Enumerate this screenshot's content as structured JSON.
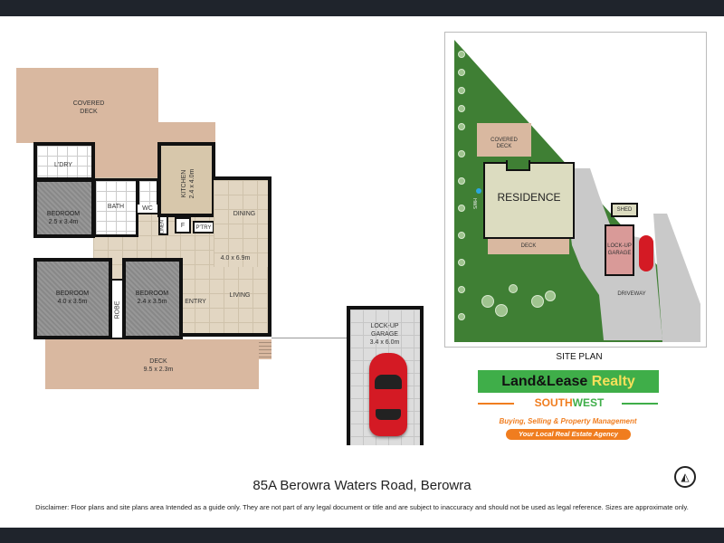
{
  "floor_plan": {
    "rooms": {
      "covered_deck": "COVERED\nDECK",
      "laundry": "L'DRY",
      "bedroom_1": "BEDROOM\n2.5 x 3.4m",
      "bath": "BATH",
      "wc": "WC",
      "kitchen": "KITCHEN\n2.4 x 4.0m",
      "linen": "LINEN",
      "fridge": "F",
      "pantry": "P'TRY",
      "dining": "DINING",
      "living_size": "4.0 x 6.9m",
      "living": "LIVING",
      "entry": "ENTRY",
      "bedroom_2": "BEDROOM\n4.0 x 3.5m",
      "robe": "ROBE",
      "bedroom_3": "BEDROOM\n2.4 x 3.5m",
      "deck": "DECK\n9.5 x 2.3m",
      "garage": "LOCK-UP\nGARAGE\n3.4 x 6.0m"
    }
  },
  "site_plan": {
    "title": "SITE PLAN",
    "covered_deck": "COVERED\nDECK",
    "residence": "RESIDENCE",
    "hws": "HWS",
    "deck": "DECK",
    "shed": "SHED",
    "garage": "LOCK-UP\nGARAGE",
    "driveway": "DRIVEWAY"
  },
  "logo": {
    "name_part1": "Land&Lease",
    "name_part2": "Realty",
    "south": "SOUTH",
    "west": "WEST",
    "tagline": "Buying, Selling & Property Management",
    "subtagline": "Your Local Real Estate Agency",
    "colors": {
      "green": "#3fae49",
      "orange": "#f07d1f",
      "yellow": "#f5e05a"
    }
  },
  "address": "85A Berowra Waters Road, Berowra",
  "disclaimer": "Disclaimer:  Floor plans and site plans area Intended as a guide only. They are not part of any legal document or title and are subject to inaccuracy and should not be used as legal reference. Sizes are approximate only."
}
